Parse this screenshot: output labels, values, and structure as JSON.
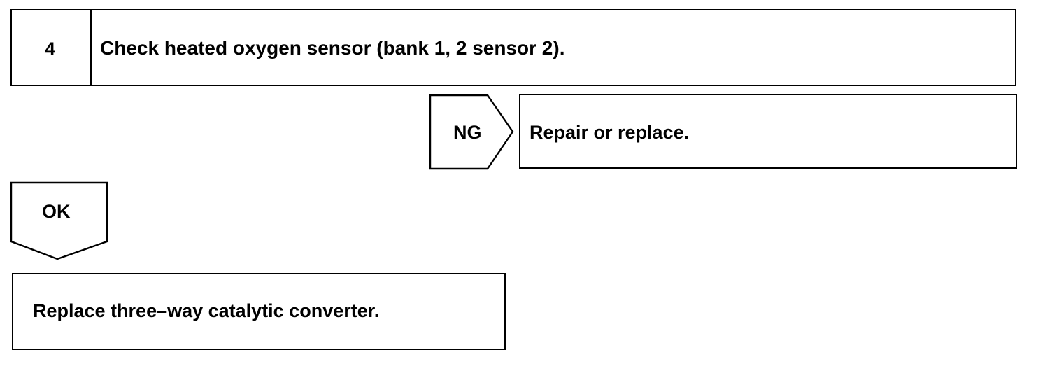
{
  "step": {
    "number": "4",
    "title": "Check heated oxygen sensor (bank 1, 2 sensor 2)."
  },
  "ng_branch": {
    "label": "NG",
    "action": "Repair or replace."
  },
  "ok_branch": {
    "label": "OK"
  },
  "result": {
    "action": "Replace three–way catalytic converter."
  },
  "colors": {
    "line": "#000000",
    "background": "#ffffff"
  }
}
